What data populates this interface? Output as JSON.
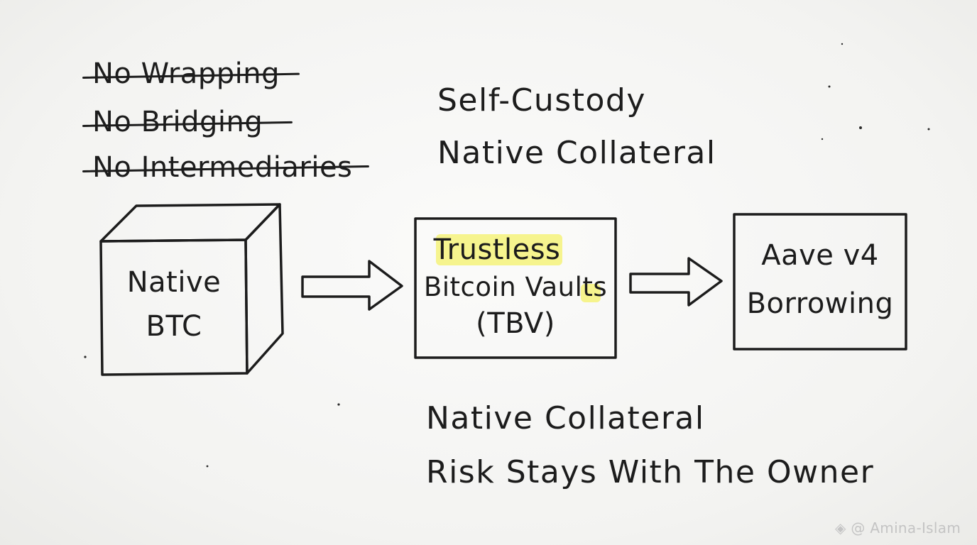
{
  "struck_items": [
    "No Wrapping",
    "No Bridging",
    "No Intermediaries"
  ],
  "top_notes": [
    "Self-Custody",
    "Native Collateral"
  ],
  "nodes": {
    "btc": {
      "line1": "Native",
      "line2": "BTC"
    },
    "tbv": {
      "line1": "Trustless",
      "line2": "Bitcoin Vaults",
      "line3": "(TBV)"
    },
    "aave": {
      "line1": "Aave v4",
      "line2": "Borrowing"
    }
  },
  "bottom_notes": [
    "Native Collateral",
    "Risk Stays With The Owner"
  ],
  "highlight_color": "#f4f26a",
  "ink_color": "#1c1c1c",
  "watermark": "@ Amina-Islam"
}
